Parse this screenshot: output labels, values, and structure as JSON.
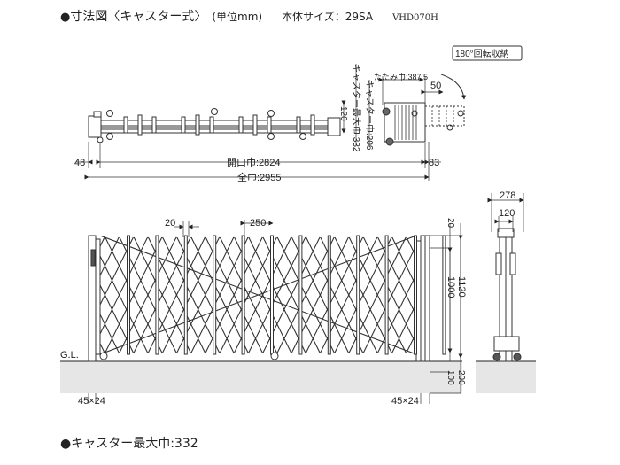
{
  "header": {
    "bullet": "●",
    "title": "寸法図〈キャスター式〉",
    "unit": "(単位mm)",
    "model_size": "本体サイズ：29SA",
    "model_code": "VHD070H"
  },
  "plan_view": {
    "rotation_note": "180°回転収納",
    "fold_width": "たたみ巾:387.5",
    "caster_max_width": "キャスター最大巾:332",
    "caster_width": "キャスター巾:206",
    "dim_50": "50",
    "dim_120": "120",
    "dim_48": "48",
    "dim_83": "83",
    "opening_width": "開口巾:2824",
    "total_width": "全巾:2955"
  },
  "elevation": {
    "dim_20_top": "20",
    "dim_250": "250",
    "dim_20_right": "20",
    "dim_1000": "1000",
    "dim_1120": "1120",
    "dim_100": "100",
    "dim_200": "200",
    "gl_label": "G.L.",
    "post_left": "45×24",
    "post_right": "45×24"
  },
  "side_view": {
    "dim_278": "278",
    "dim_120": "120"
  },
  "footer": {
    "bullet": "●",
    "caster_max": "キャスター最大巾:332"
  }
}
